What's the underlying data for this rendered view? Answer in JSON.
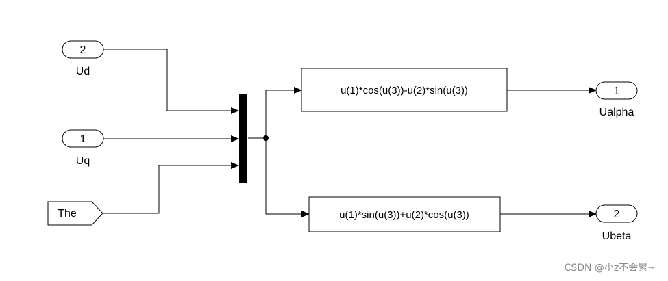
{
  "inports": [
    {
      "number": "2",
      "name": "Ud"
    },
    {
      "number": "1",
      "name": "Uq"
    }
  ],
  "goto_tag": {
    "name": "The"
  },
  "mux": {
    "inputs": 3
  },
  "fcn_blocks": [
    {
      "expression": "u(1)*cos(u(3))-u(2)*sin(u(3))"
    },
    {
      "expression": "u(1)*sin(u(3))+u(2)*cos(u(3))"
    }
  ],
  "outports": [
    {
      "number": "1",
      "name": "Ualpha"
    },
    {
      "number": "2",
      "name": "Ubeta"
    }
  ],
  "watermark": "CSDN @小z不会累~"
}
